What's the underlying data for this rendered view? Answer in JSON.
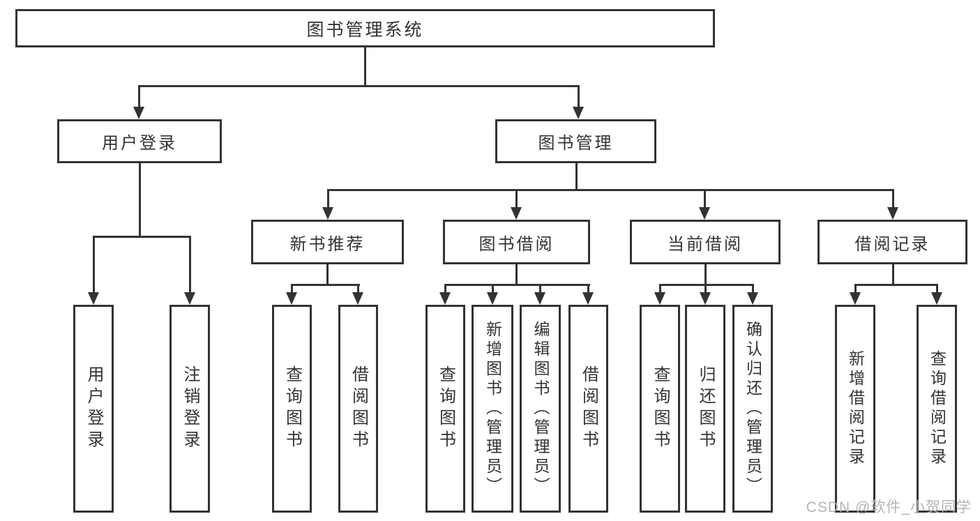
{
  "diagram_title": "图书管理系统",
  "nodes": {
    "root": "图书管理系统",
    "user_login": "用户登录",
    "book_mgmt": "图书管理",
    "new_book_rec": "新书推荐",
    "book_borrow": "图书借阅",
    "current_borrow": "当前借阅",
    "borrow_records": "借阅记录",
    "a1": "用户登录",
    "a2": "注销登录",
    "b1": "查询图书",
    "b2": "借阅图书",
    "c1": "查询图书",
    "c2": "新增图书（管理员）",
    "c3": "编辑图书（管理员）",
    "c4": "借阅图书",
    "d1": "查询图书",
    "d2": "归还图书",
    "d3": "确认归还（管理员）",
    "e1": "新增借阅记录",
    "e2": "查询借阅记录"
  },
  "hierarchy": {
    "图书管理系统": {
      "用户登录": [
        "用户登录",
        "注销登录"
      ],
      "图书管理": {
        "新书推荐": [
          "查询图书",
          "借阅图书"
        ],
        "图书借阅": [
          "查询图书",
          "新增图书（管理员）",
          "编辑图书（管理员）",
          "借阅图书"
        ],
        "当前借阅": [
          "查询图书",
          "归还图书",
          "确认归还（管理员）"
        ],
        "借阅记录": [
          "新增借阅记录",
          "查询借阅记录"
        ]
      }
    }
  },
  "watermark": "CSDN @软件_小贺同学",
  "colors": {
    "line": "#333333",
    "box_border": "#333333",
    "text": "#333333",
    "watermark": "#b5b5b5",
    "background": "#ffffff"
  }
}
